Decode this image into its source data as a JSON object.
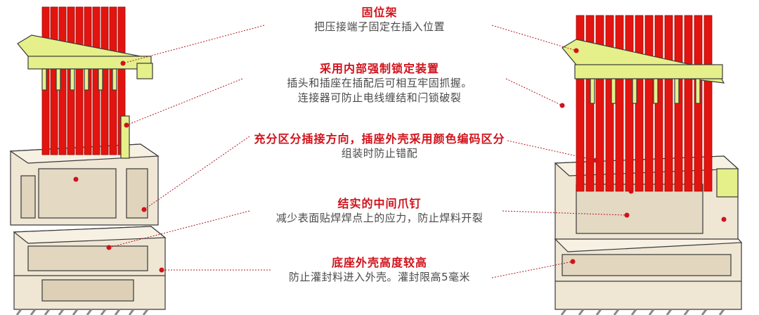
{
  "callouts": [
    {
      "title": "固位架",
      "lines": [
        "把压接端子固定在插入位置"
      ]
    },
    {
      "title": "采用内部强制锁定装置",
      "lines": [
        "插头和插座在插配后可相互牢固抓握。",
        "连接器可防止电线缠结和闩锁破裂"
      ]
    },
    {
      "title": "充分区分插接方向，插座外壳采用颜色编码区分",
      "lines": [
        "组装时防止错配"
      ]
    },
    {
      "title": "结实的中间爪钉",
      "lines": [
        "减少表面贴焊焊点上的应力，防止焊料开裂"
      ]
    },
    {
      "title": "底座外壳高度较高",
      "lines": [
        "防止灌封料进入外壳。灌封限高5毫米"
      ]
    }
  ],
  "colors": {
    "accent": "#d0121b",
    "wire": "#e3140f",
    "retainer": "#e6f08a",
    "housing": "#efe6d4",
    "outline": "#3a3a3a"
  }
}
